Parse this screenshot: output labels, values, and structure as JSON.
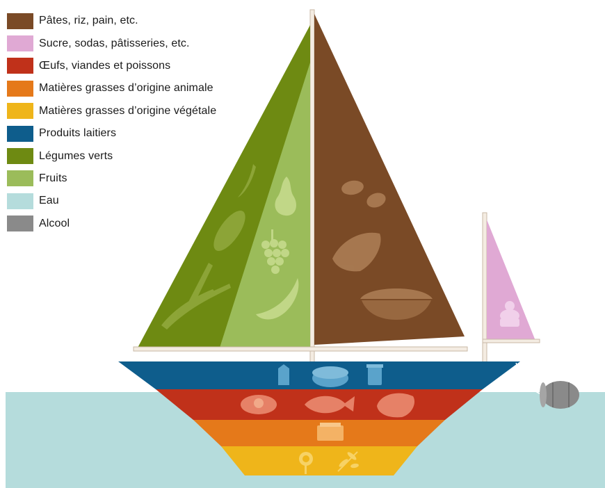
{
  "legend": [
    {
      "label": "Pâtes, riz, pain, etc.",
      "color": "#7a4a26"
    },
    {
      "label": "Sucre, sodas, pâtisseries, etc.",
      "color": "#e0a9d4"
    },
    {
      "label": "Œufs, viandes et poissons",
      "color": "#c0311a"
    },
    {
      "label": "Matières grasses d’origine animale",
      "color": "#e5791a"
    },
    {
      "label": "Matières grasses d’origine végétale",
      "color": "#efb51a"
    },
    {
      "label": "Produits laitiers",
      "color": "#0e5d8c"
    },
    {
      "label": "Légumes verts",
      "color": "#6e8a12"
    },
    {
      "label": "Fruits",
      "color": "#9bbc5a"
    },
    {
      "label": "Eau",
      "color": "#b5dcdc"
    },
    {
      "label": "Alcool",
      "color": "#8a8a8a"
    }
  ],
  "illustration": {
    "icons": {
      "green_sail": [
        "chili-pepper-icon",
        "zucchini-icon",
        "leek-icon"
      ],
      "fruit_sail": [
        "pear-icon",
        "grapes-icon",
        "banana-icon"
      ],
      "main_sail": [
        "potato-icon",
        "bread-loaf-icon",
        "pasta-bowl-icon"
      ],
      "small_sail": [
        "cream-puff-icon"
      ],
      "dairy_band": [
        "milk-carton-icon",
        "cheese-wheel-icon",
        "yogurt-pot-icon"
      ],
      "protein_band": [
        "fried-egg-icon",
        "fish-icon",
        "steak-icon"
      ],
      "animal_fat_band": [
        "butter-icon"
      ],
      "vegetable_fat_band": [
        "sunflower-icon",
        "olive-branch-icon"
      ],
      "water": [
        "alcohol-barrel-icon"
      ]
    }
  }
}
